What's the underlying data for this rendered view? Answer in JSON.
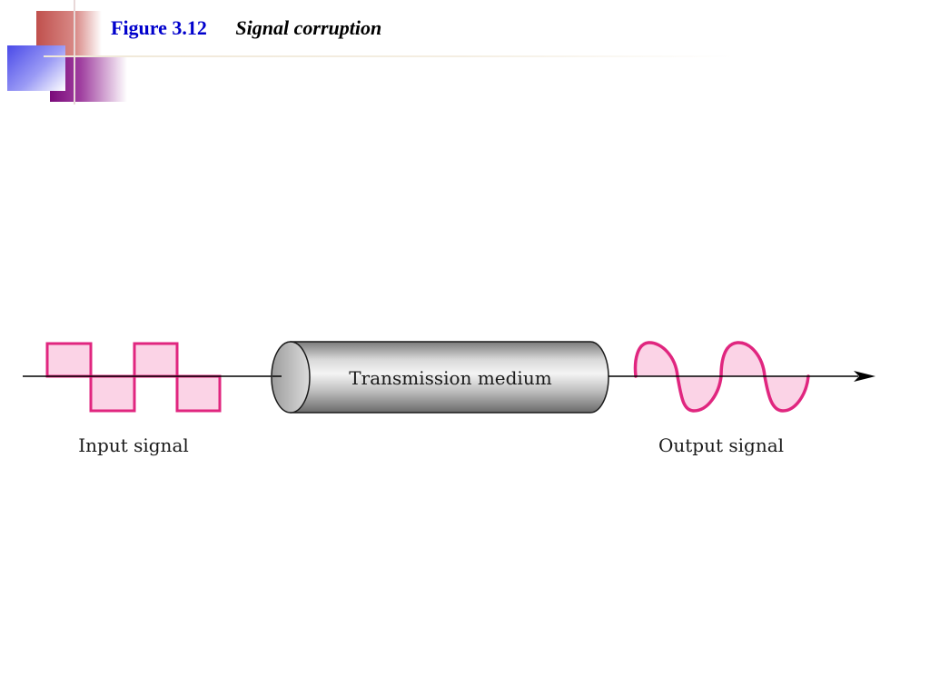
{
  "header": {
    "figure_number": "Figure 3.12",
    "caption": "Signal corruption"
  },
  "diagram": {
    "medium_label": "Transmission medium",
    "input_label": "Input signal",
    "output_label": "Output signal"
  },
  "colors": {
    "signal_stroke": "#e0267f",
    "signal_fill": "#fbd3e6",
    "title_blue": "#0000cc",
    "medium_gray": "#9a9a9a"
  }
}
